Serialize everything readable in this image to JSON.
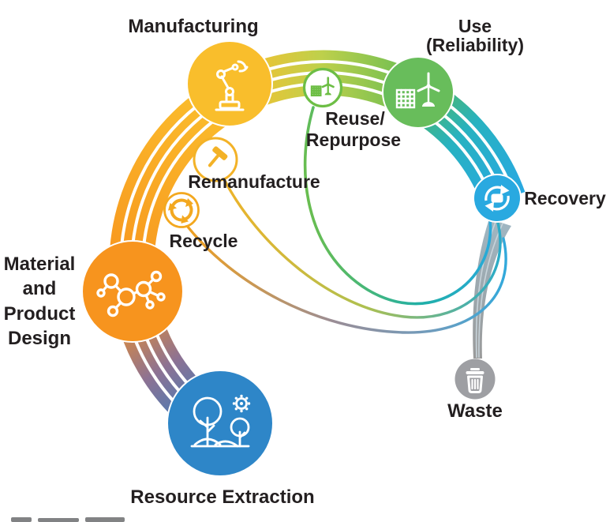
{
  "palette": {
    "orange": "#F7941E",
    "gold_yellow": "#F9BE2C",
    "yellow_green": "#BFD04B",
    "green": "#63BC54",
    "teal": "#2DB3A8",
    "cyan": "#29A9E0",
    "blue": "#2E86C8",
    "transition_mauve": "#8D7293",
    "waste_gray": "#9E9FA3",
    "label_text": "#231F20",
    "background": "#FFFFFF"
  },
  "stages": {
    "manufacturing": {
      "label": "Manufacturing",
      "color": "#F9BE2C",
      "icon": "robot-arm-icon"
    },
    "use": {
      "label_line1": "Use",
      "label_line2": "(Reliability)",
      "color": "#68BD5B",
      "icon": "solar-panel-wind-turbine-icon"
    },
    "recovery": {
      "label": "Recovery",
      "color": "#29A9E0",
      "icon": "recovery-loop-arrows-icon"
    },
    "waste": {
      "label": "Waste",
      "color": "#9E9FA3",
      "icon": "trash-can-icon"
    },
    "resource_extraction": {
      "label": "Resource Extraction",
      "color": "#2E86C8",
      "icon": "trees-landscape-icon"
    },
    "material_product_design": {
      "label_line1": "Material",
      "label_line2": "and",
      "label_line3": "Product",
      "label_line4": "Design",
      "color": "#F7941E",
      "icon": "molecule-icon"
    }
  },
  "inner_loops": {
    "reuse": {
      "label_line1": "Reuse/",
      "label_line2": "Repurpose",
      "ring_color": "#6DBE45",
      "icon": "solar-panel-wind-turbine-icon"
    },
    "remanufacture": {
      "label": "Remanufacture",
      "ring_color": "#F3B227",
      "icon": "hammer-icon"
    },
    "recycle": {
      "label": "Recycle",
      "ring_color": "#F3A81F",
      "icon": "recycle-arrows-icon"
    }
  },
  "flow": {
    "main_band_stripes": 3,
    "segments": [
      {
        "from": "Resource Extraction",
        "to": "Material and Product Design",
        "colors": [
          "#2E7FC3",
          "#8D7293",
          "#F7941E"
        ]
      },
      {
        "from": "Material and Product Design",
        "to": "Manufacturing",
        "colors": [
          "#F7941E",
          "#FBBF2D"
        ]
      },
      {
        "from": "Manufacturing",
        "to": "Use",
        "colors": [
          "#FBBF2D",
          "#BFD04B",
          "#63BC54"
        ]
      },
      {
        "from": "Use",
        "to": "Recovery",
        "colors": [
          "#4FB767",
          "#27B2C0",
          "#29A9E0"
        ]
      },
      {
        "from": "Recovery",
        "to": "Waste",
        "colors": [
          "#9FB6C2",
          "#9A9A9A"
        ]
      }
    ],
    "return_loops": [
      {
        "from": "Reuse/Repurpose",
        "to": "Recovery",
        "colors": [
          "#6CBE4C",
          "#20AFA8",
          "#29A9E0"
        ]
      },
      {
        "from": "Remanufacture",
        "to": "Recovery",
        "colors": [
          "#EDB32A",
          "#AFC04F",
          "#2AABC8"
        ]
      },
      {
        "from": "Recycle",
        "to": "Recovery",
        "colors": [
          "#F0A01E",
          "#9A8D96",
          "#32A9DB"
        ]
      }
    ]
  }
}
